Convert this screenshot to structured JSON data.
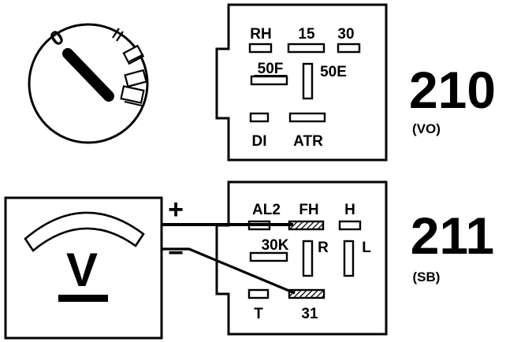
{
  "diagram": {
    "ignition_switch": {
      "key_position_label": "0"
    },
    "connector_210": {
      "terminals": {
        "rh": "RH",
        "t15": "15",
        "t30": "30",
        "t50f": "50F",
        "t50e": "50E",
        "di": "DI",
        "atr": "ATR"
      },
      "number": "210",
      "code": "(VO)"
    },
    "connector_211": {
      "terminals": {
        "al2": "AL2",
        "fh": "FH",
        "h": "H",
        "t30k": "30K",
        "r": "R",
        "l": "L",
        "t": "T",
        "t31": "31"
      },
      "number": "211",
      "code": "(SB)"
    },
    "voltmeter": {
      "symbol": "V",
      "plus_sign": "+",
      "minus_sign": "−"
    }
  }
}
